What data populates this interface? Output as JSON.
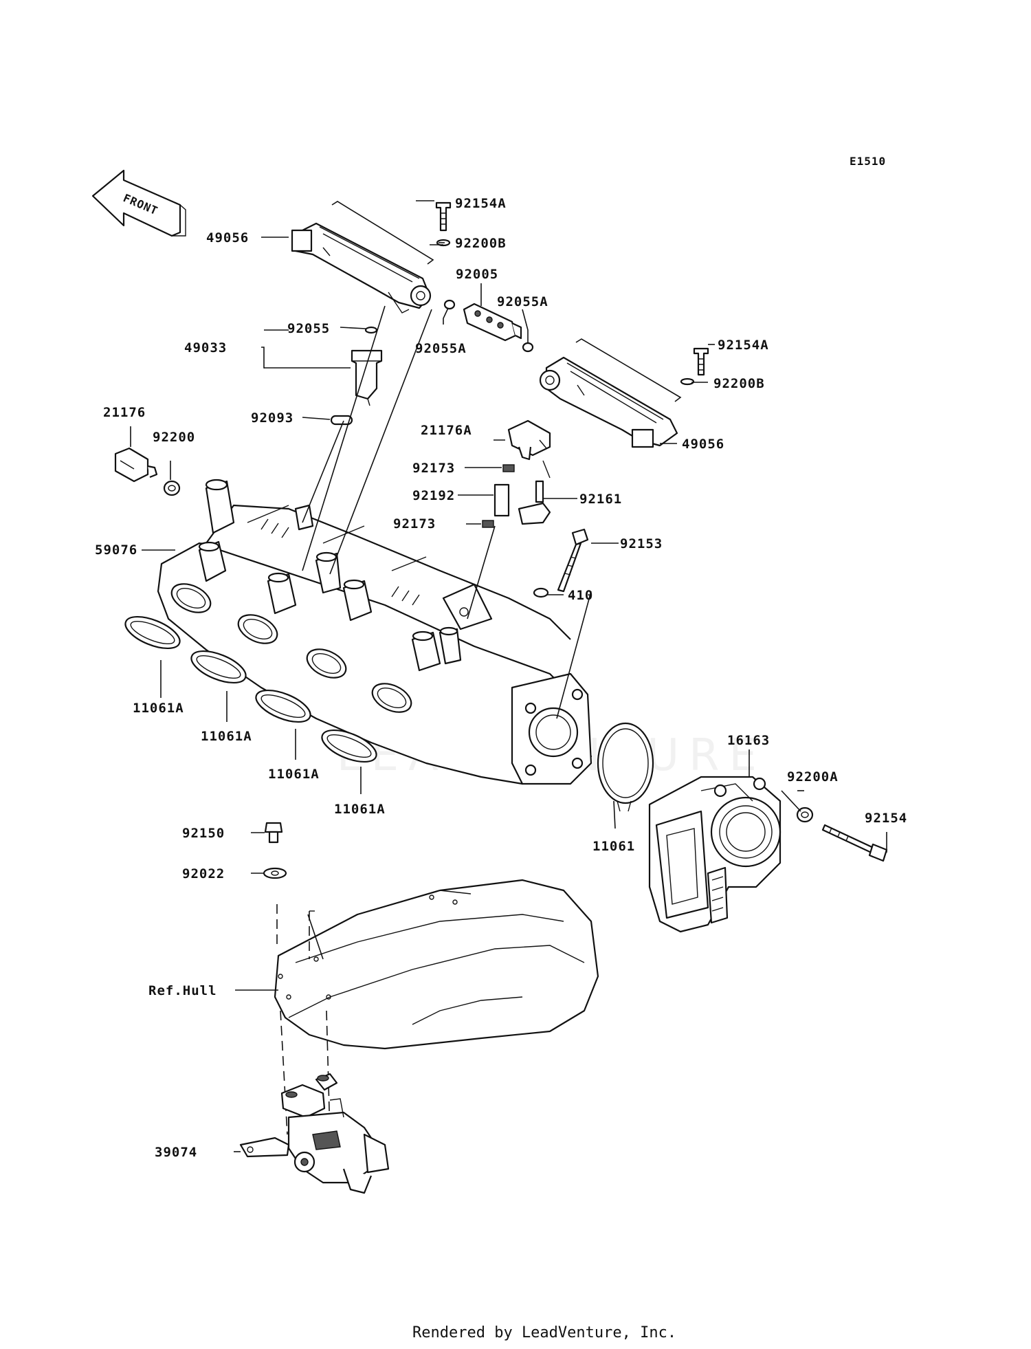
{
  "diagram": {
    "code": "E1510",
    "front_label": "FRONT",
    "footer": "Rendered by LeadVenture, Inc.",
    "watermark": "LEADVENTURE",
    "labels": {
      "p92154A_top": "92154A",
      "p92200B_top": "92200B",
      "p49056_left": "49056",
      "p92005": "92005",
      "p92055A_right": "92055A",
      "p92055": "92055",
      "p49033": "49033",
      "p92055A_left": "92055A",
      "p92154A_right": "92154A",
      "p92200B_right": "92200B",
      "p21176": "21176",
      "p92200": "92200",
      "p92093": "92093",
      "p21176A": "21176A",
      "p49056_right": "49056",
      "p92173_top": "92173",
      "p92192": "92192",
      "p92161": "92161",
      "p92173_bottom": "92173",
      "p92153": "92153",
      "p59076": "59076",
      "p410": "410",
      "p11061A_1": "11061A",
      "p11061A_2": "11061A",
      "p11061A_3": "11061A",
      "p11061A_4": "11061A",
      "p16163": "16163",
      "p92200A": "92200A",
      "p92154": "92154",
      "p11061": "11061",
      "p92150": "92150",
      "p92022": "92022",
      "pRefHull": "Ref.Hull",
      "p39074": "39074"
    }
  }
}
